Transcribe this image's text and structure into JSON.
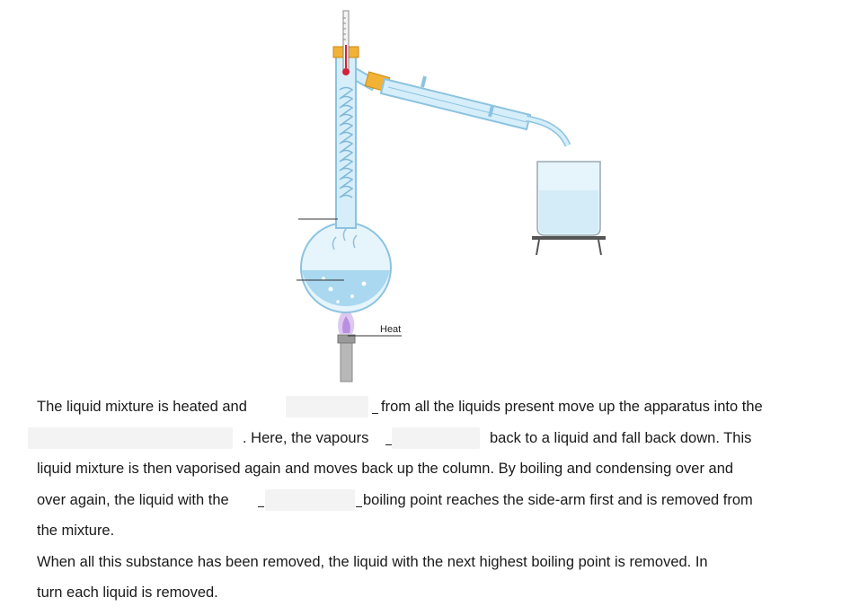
{
  "diagram": {
    "heat_label": "Heat",
    "colors": {
      "glass": "#cfe9f7",
      "glass_outline": "#8cc3e0",
      "liquid": "#a9d8f0",
      "stopper": "#f2b236",
      "thermometer_bulb": "#d4213a",
      "flame": "#c9a6e8"
    },
    "icons": [
      "distillation-apparatus-icon",
      "thermometer-icon",
      "condenser-icon",
      "beaker-icon",
      "bunsen-burner-icon"
    ]
  },
  "passage": {
    "line1_a": "The liquid mixture is heated and",
    "line1_b": "from all the liquids present move up the apparatus into the",
    "line2_a": ". Here, the vapours",
    "line2_b": "back to a liquid and fall back down. This",
    "line3": "liquid mixture is then vaporised again and moves back up the column. By boiling and condensing over and",
    "line4_a": "over again, the liquid with the",
    "line4_b": "boiling point reaches the side-arm first and is removed from",
    "line5": "the mixture.",
    "line6": "When all this substance has been removed, the liquid with the next highest boiling point is removed. In",
    "line7": "turn each liquid is removed."
  }
}
